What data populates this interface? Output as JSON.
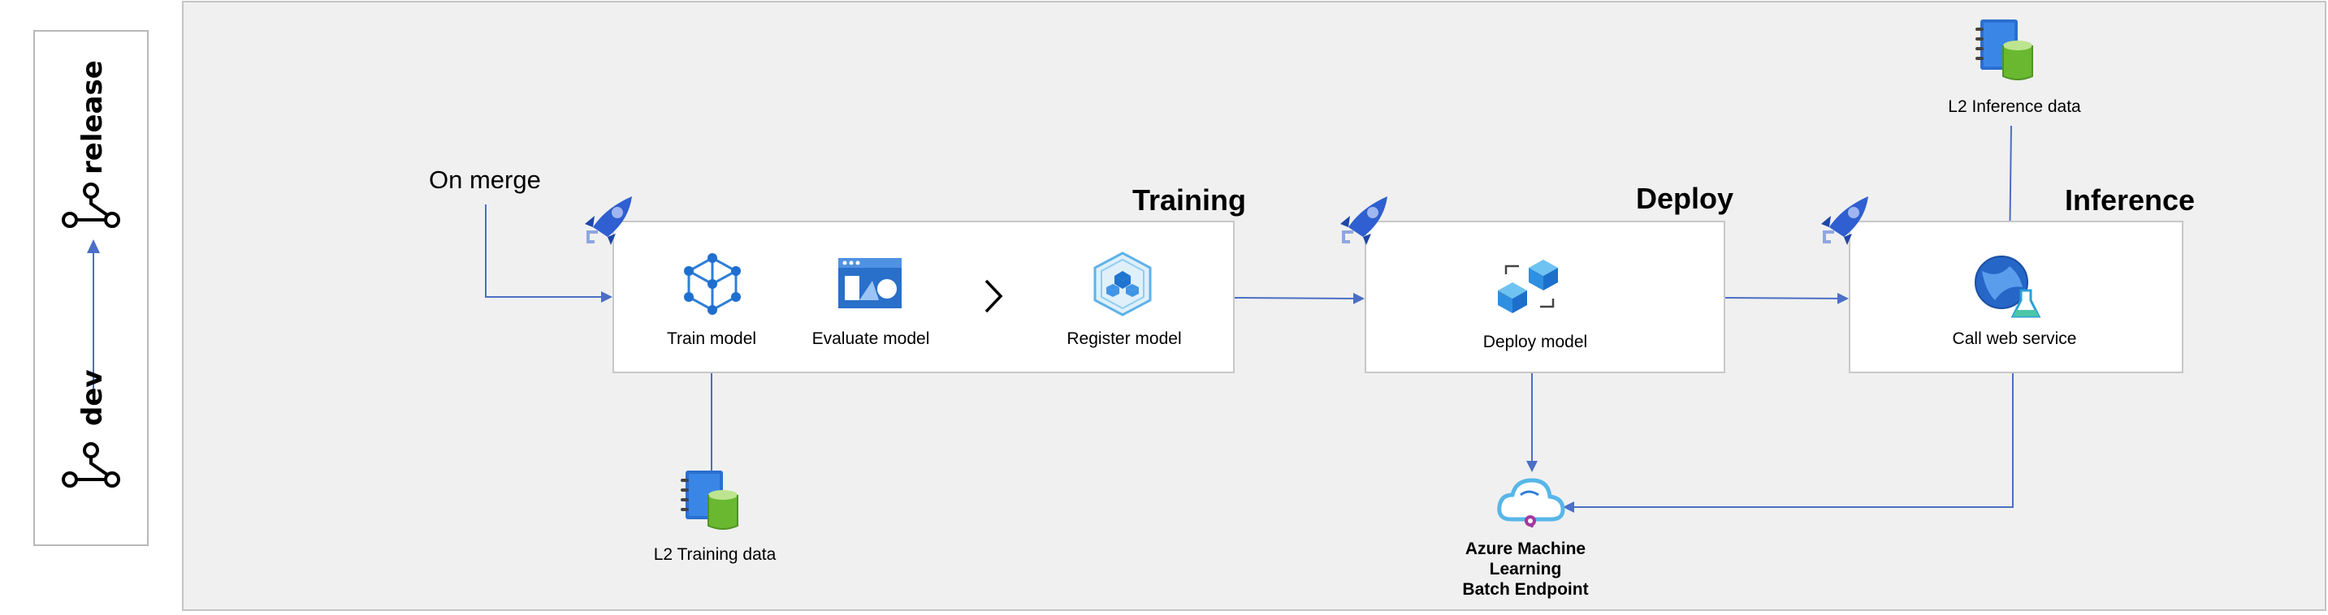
{
  "branches": {
    "top": "release",
    "bottom": "dev"
  },
  "trigger": "On merge",
  "stages": {
    "training": {
      "title": "Training",
      "steps": [
        "Train model",
        "Evaluate model",
        "Register model"
      ]
    },
    "deploy": {
      "title": "Deploy",
      "steps": [
        "Deploy model"
      ]
    },
    "inference": {
      "title": "Inference",
      "steps": [
        "Call web service"
      ]
    }
  },
  "data_sources": {
    "training": "L2 Training data",
    "inference": "L2 Inference data"
  },
  "endpoint": {
    "line1": "Azure Machine",
    "line2": "Learning",
    "line3": "Batch Endpoint"
  },
  "colors": {
    "arrow": "#4a6fc4",
    "accent": "#0078d4",
    "panel_bg": "#f0f0f0",
    "box_border": "#c8c8c8"
  },
  "icons": [
    "git-branch-icon",
    "pipelines-rocket-icon",
    "cube-network-icon",
    "chart-window-icon",
    "chevron-right-icon",
    "registry-cubes-icon",
    "deploy-cubes-icon",
    "web-service-globe-icon",
    "notebook-database-icon",
    "cloud-endpoint-icon"
  ]
}
